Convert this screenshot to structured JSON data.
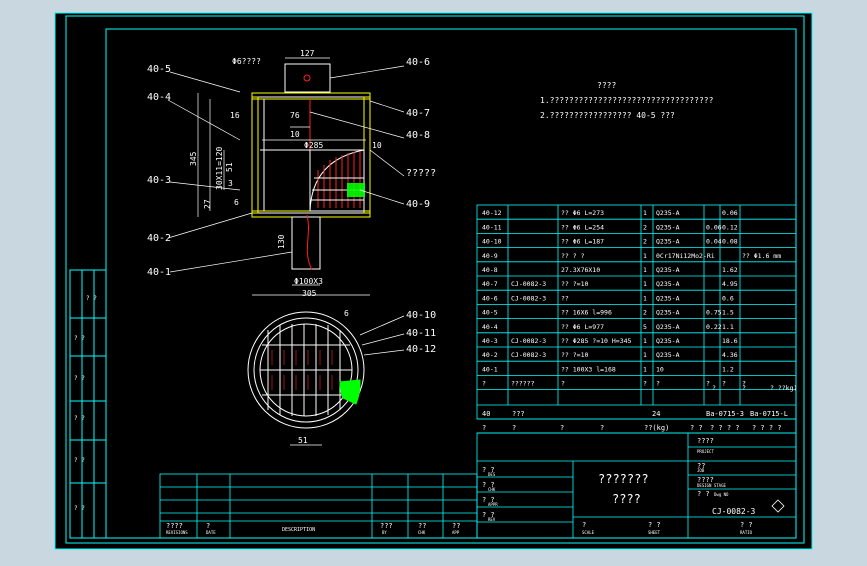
{
  "colors": {
    "background": "#000000",
    "frame": "#00ffff",
    "outline": "#ffffff",
    "label": "#ffffff",
    "dim": "#ffffff",
    "hatch_red": "#ff2020",
    "fill_green": "#00ff00",
    "wall": "#ffff00",
    "desktop": "#c9d7e1"
  },
  "labels": {
    "l405": "40-5",
    "l404": "40-4",
    "l403": "40-3",
    "l402": "40-2",
    "l401": "40-1",
    "l406": "40-6",
    "l407": "40-7",
    "l408": "40-8",
    "l409": "40-9",
    "l4010": "40-10",
    "l4011": "40-11",
    "l4012": "40-12",
    "weld": "?????"
  },
  "dims": {
    "d127": "127",
    "d6": "Φ6????",
    "d16": "16",
    "d76": "76",
    "d10": "10",
    "d285": "Φ285",
    "d10b": "10",
    "d345": "345",
    "d30": "30X11=120",
    "d51": "51",
    "d3": "3",
    "d27": "27",
    "d6b": "6",
    "d130": "130",
    "d100": "Φ100X3",
    "d305": "305",
    "d51b": "51",
    "d6c": "6"
  },
  "notes": {
    "title": "????",
    "n1": "1.??????????????????????????????????",
    "n2": "2.?????????????????  40-5  ???"
  },
  "bom": [
    {
      "no": "40-12",
      "code": "",
      "name": "??  Φ6   L=273",
      "qty": "1",
      "mat": "Q235-A",
      "w1": "",
      "w2": "0.06",
      "rem": ""
    },
    {
      "no": "40-11",
      "code": "",
      "name": "??  Φ6   L=254",
      "qty": "2",
      "mat": "Q235-A",
      "w1": "0.06",
      "w2": "0.12",
      "rem": ""
    },
    {
      "no": "40-10",
      "code": "",
      "name": "??  Φ6   L=187",
      "qty": "2",
      "mat": "Q235-A",
      "w1": "0.04",
      "w2": "0.08",
      "rem": ""
    },
    {
      "no": "40-9",
      "code": "",
      "name": "??    ?      ?",
      "qty": "1",
      "mat": "0Cr17Ni12Mo2-Ri",
      "w1": "",
      "w2": "",
      "rem": "?? Φ1.6 mm"
    },
    {
      "no": "40-8",
      "code": "",
      "name": "27.3X76X10",
      "qty": "1",
      "mat": "Q235-A",
      "w1": "",
      "w2": "1.62",
      "rem": ""
    },
    {
      "no": "40-7",
      "code": "CJ-0082-3",
      "name": "??    ?=10",
      "qty": "1",
      "mat": "Q235-A",
      "w1": "",
      "w2": "4.95",
      "rem": ""
    },
    {
      "no": "40-6",
      "code": "CJ-0082-3",
      "name": "??",
      "qty": "1",
      "mat": "Q235-A",
      "w1": "",
      "w2": "0.6",
      "rem": ""
    },
    {
      "no": "40-5",
      "code": "",
      "name": "??   16X6    l=996",
      "qty": "2",
      "mat": "Q235-A",
      "w1": "0.75",
      "w2": "1.5",
      "rem": ""
    },
    {
      "no": "40-4",
      "code": "",
      "name": "??   Φ6   L=977",
      "qty": "5",
      "mat": "Q235-A",
      "w1": "0.22",
      "w2": "1.1",
      "rem": ""
    },
    {
      "no": "40-3",
      "code": "CJ-0082-3",
      "name": "?? Φ285  ?=10  H=345",
      "qty": "1",
      "mat": "Q235-A",
      "w1": "",
      "w2": "18.6",
      "rem": ""
    },
    {
      "no": "40-2",
      "code": "CJ-0082-3",
      "name": "??    ?=10",
      "qty": "1",
      "mat": "Q235-A",
      "w1": "",
      "w2": "4.36",
      "rem": ""
    },
    {
      "no": "40-1",
      "code": "",
      "name": "??  100X3   l=168",
      "qty": "1",
      "mat": "10",
      "w1": "",
      "w2": "1.2",
      "rem": ""
    }
  ],
  "bom_head": {
    "no": "?",
    "code": "??????",
    "name": "?",
    "qty": "?",
    "mat": "?",
    "w1": "?",
    "w2": "?",
    "rem": "?"
  },
  "bom_head2": {
    "unit": "?",
    "total": "?",
    "kg": "? ??kg)"
  },
  "ref_row": {
    "no": "40",
    "name": "???",
    "qty": "24",
    "dwg1": "Ba-0715-3",
    "dwg2": "Ba-0715-L"
  },
  "ref_row2": {
    "a": "?",
    "b": "?",
    "c": "?",
    "d": "?",
    "e": "??(kg)",
    "f": "? ?",
    "g": "? ? ? ?",
    "h": "? ? ? ?"
  },
  "title_block": {
    "name1": "???????",
    "name2": "????",
    "project": "????",
    "project_en": "PROJECT",
    "job": "??",
    "job_en": "JOB",
    "design_stage": "????",
    "stage_en": "DESIGN STAGE",
    "dwg_no_label": "? ?",
    "dwg_no_en": "Dwg NO",
    "dwg_no": "CJ-0082-3",
    "scale": "?",
    "scale_en": "SCALE",
    "sheet": "? ?",
    "sheet_en": "SHEET",
    "ratio": "? ?",
    "ratio_en": "RATIO",
    "des": "?  ?",
    "des_en": "DES",
    "chk": "?  ?",
    "chk_en": "CHK",
    "app": "?  ?",
    "app_en": "APPR",
    "rev2": "?  ?",
    "rev2_en": "REV"
  },
  "revision_block": {
    "revision": "????",
    "revision_en": "REVISIONS",
    "date": "?",
    "date_en": "DATE",
    "description": "DESCRIPTION",
    "by": "???",
    "by_en": "BY",
    "chk": "??",
    "chk_en": "CHK",
    "app": "??",
    "app_en": "APP"
  },
  "side_block": {
    "a": "? ?",
    "b": "? ?",
    "c": "? ?",
    "d": "? ?",
    "e": "? ?",
    "f": "? ?"
  }
}
